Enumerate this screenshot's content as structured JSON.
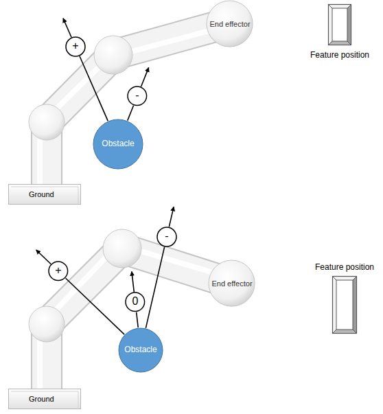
{
  "diagram": {
    "nodes": [
      {
        "text": [
          "+"
        ]
      },
      {
        "text": [
          "End effector"
        ]
      },
      {
        "text": [
          "Feature position"
        ]
      },
      {
        "text": [
          "-"
        ]
      },
      {
        "text": [
          "Obstacle"
        ]
      },
      {
        "text": [
          "Ground"
        ]
      },
      {
        "text": [
          "-"
        ]
      },
      {
        "text": [
          "Feature position"
        ]
      },
      {
        "text": [
          "+"
        ]
      },
      {
        "text": [
          "End effector"
        ]
      },
      {
        "text": [
          "0"
        ]
      },
      {
        "text": [
          "Obstacle"
        ]
      },
      {
        "text": [
          "Ground"
        ]
      }
    ],
    "edges": [
      {
        "from": 4,
        "to": 0,
        "arrow": "none"
      },
      {
        "from": 4,
        "to": 3,
        "arrow": "none"
      },
      {
        "from": 11,
        "to": 8,
        "arrow": "none"
      },
      {
        "from": 11,
        "to": 10,
        "arrow": "none"
      },
      {
        "from": 11,
        "to": 6,
        "arrow": "none"
      }
    ]
  }
}
